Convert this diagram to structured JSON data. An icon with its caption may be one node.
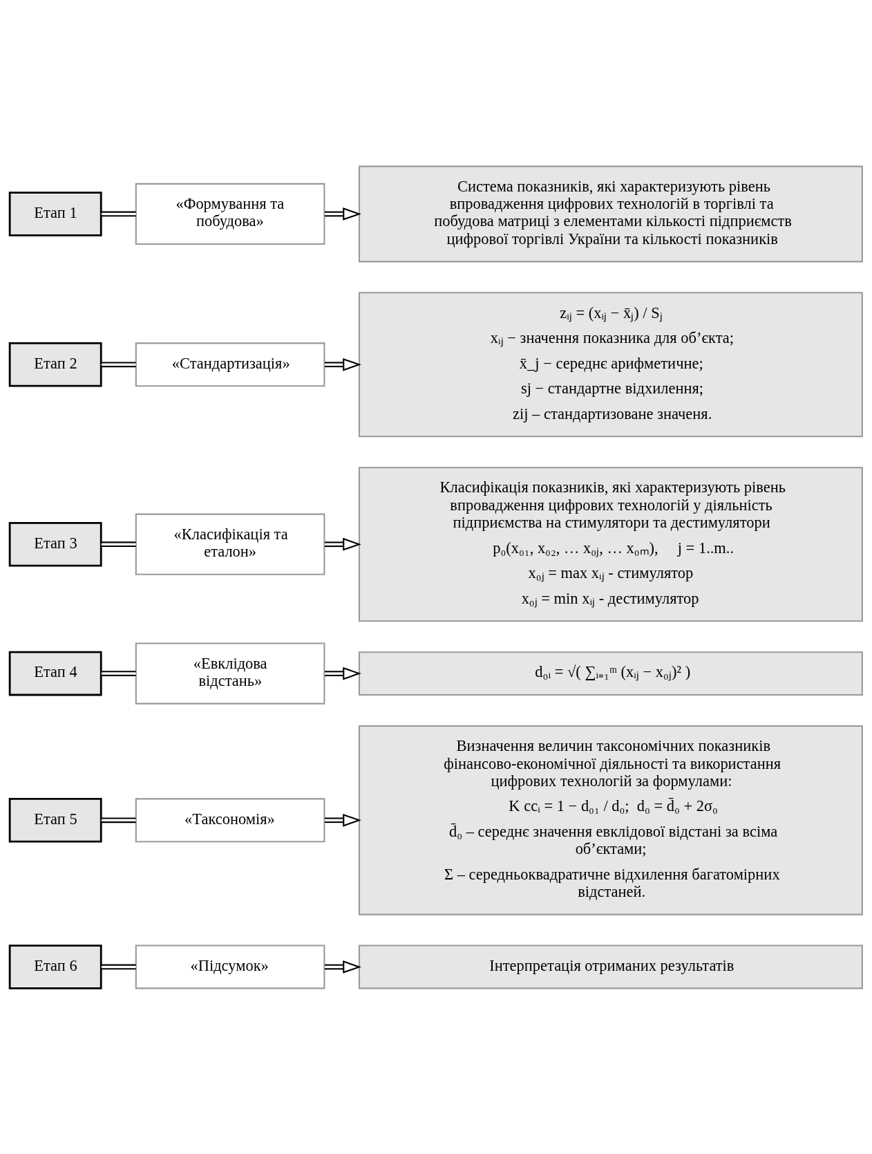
{
  "diagram": {
    "nodes": [
      {
        "text": [
          "Етап 1"
        ]
      },
      {
        "text": [
          "«Формування та побудова»"
        ]
      },
      {
        "text": [
          "Система показників, які характеризують рівень впровадження цифрових технологій в торгівлі та побудова матриці з елементами кількості підприємств цифрової торгівлі України та кількості показників"
        ]
      },
      {
        "text": [
          "Етап 2"
        ]
      },
      {
        "text": [
          "«Стандартизація»"
        ]
      },
      {
        "text": [
          "zᵢⱼ = (xᵢⱼ − x̄ⱼ) / Sⱼ",
          "xᵢⱼ − значення показника для об’єкта;",
          "x̄_j − середнє арифметичне;",
          "sj − стандартне відхилення;",
          "zij – стандартизоване значеня."
        ]
      },
      {
        "text": [
          "Етап 3"
        ]
      },
      {
        "text": [
          "«Класифікація та еталон»"
        ]
      },
      {
        "text": [
          "Класифікація показників, які характеризують рівень впровадження цифрових технологій у діяльність підприємства на стимулятори та дестимулятори",
          "p₀(x₀₁, x₀₂, … x₀ⱼ, … x₀ₘ),     j = 1..m..",
          "x₀ⱼ = max xᵢⱼ - стимулятор",
          "x₀ⱼ = min xᵢⱼ - дестимулятор"
        ]
      },
      {
        "text": [
          "Етап 4"
        ]
      },
      {
        "text": [
          "«Евклідова відстань»"
        ]
      },
      {
        "text": [
          "d₀ᵢ = √( ∑ᵢ₌₁ᵐ (xᵢⱼ − x₀ⱼ)² )"
        ]
      },
      {
        "text": [
          "Етап 5"
        ]
      },
      {
        "text": [
          "«Таксономія»"
        ]
      },
      {
        "text": [
          "Визначення величин таксономічних показників фінансово-економічної діяльності та використання цифрових технологій за формулами:",
          "K ccᵢ = 1 − d₀₁ / d₀;  d₀ = d̄₀ + 2σ₀",
          "d̄₀ – середнє значення евклідової відстані за всіма об’єктами;",
          "Σ – середньоквадратичне відхилення багатомірних відстаней."
        ]
      },
      {
        "text": [
          "Етап 6"
        ]
      },
      {
        "text": [
          "«Підсумок»"
        ]
      },
      {
        "text": [
          "Інтерпретація отриманих результатів"
        ]
      }
    ],
    "edges": [
      {
        "from": 0,
        "to": 1,
        "arrow": "none"
      },
      {
        "from": 1,
        "to": 2,
        "arrow": "to"
      },
      {
        "from": 3,
        "to": 4,
        "arrow": "none"
      },
      {
        "from": 4,
        "to": 5,
        "arrow": "to"
      },
      {
        "from": 6,
        "to": 7,
        "arrow": "none"
      },
      {
        "from": 7,
        "to": 8,
        "arrow": "to"
      },
      {
        "from": 9,
        "to": 10,
        "arrow": "none"
      },
      {
        "from": 10,
        "to": 11,
        "arrow": "to"
      },
      {
        "from": 12,
        "to": 13,
        "arrow": "none"
      },
      {
        "from": 13,
        "to": 14,
        "arrow": "to"
      },
      {
        "from": 15,
        "to": 16,
        "arrow": "none"
      },
      {
        "from": 16,
        "to": 17,
        "arrow": "to"
      }
    ]
  }
}
